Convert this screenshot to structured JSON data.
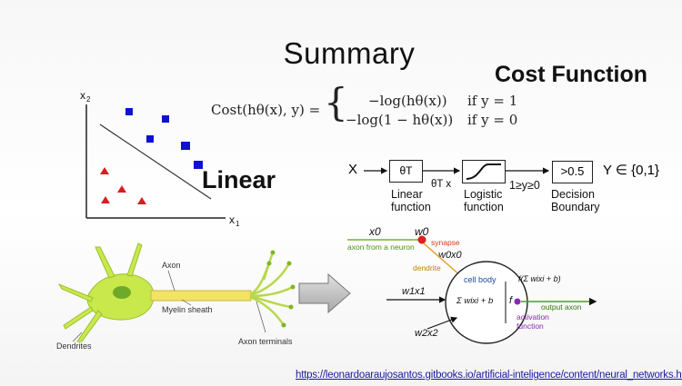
{
  "title": "Summary",
  "subtitle": "Cost Function",
  "linear_label": "Linear",
  "scatter": {
    "y_axis_label": "x",
    "y_axis_sub": "2",
    "x_axis_label": "x",
    "x_axis_sub": "1",
    "class_a_color": "#1010d0",
    "class_b_color": "#d42020"
  },
  "formula": {
    "lhs": "Cost(hθ(x), y) =",
    "row1": "−log(hθ(x))",
    "row2": "−log(1 − hθ(x))",
    "cond1": "if y = 1",
    "cond2": "if y = 0"
  },
  "pipeline": {
    "input": "X",
    "linear_box": "θT",
    "linear_out": "θT x",
    "linear_label_1": "Linear",
    "linear_label_2": "function",
    "logistic_label_1": "Logistic",
    "logistic_label_2": "function",
    "threshold_text": "1≥y≥0",
    "decision_box": ">0.5",
    "decision_label_1": "Decision",
    "decision_label_2": "Boundary",
    "output": "Y ∈ {0,1}"
  },
  "neuron_bio": {
    "axon": "Axon",
    "myelin": "Myelin sheath",
    "dendrites": "Dendrites",
    "terminals": "Axon terminals"
  },
  "neuron_model": {
    "x0": "x0",
    "w0": "w0",
    "axon_from": "axon from a neuron",
    "synapse": "synapse",
    "w0x0": "w0x0",
    "dendrite": "dendrite",
    "cell_body": "cell body",
    "w1x1": "w1x1",
    "sum_expr": "Σ wixi + b",
    "f": "f",
    "f_expr": "f(Σ wixi + b)",
    "output_axon": "output axon",
    "activation_1": "activation",
    "activation_2": "function",
    "w2x2": "w2x2"
  },
  "url": "https://leonardoaraujosantos.gitbooks.io/artificial-inteligence/content/neural_networks.html"
}
